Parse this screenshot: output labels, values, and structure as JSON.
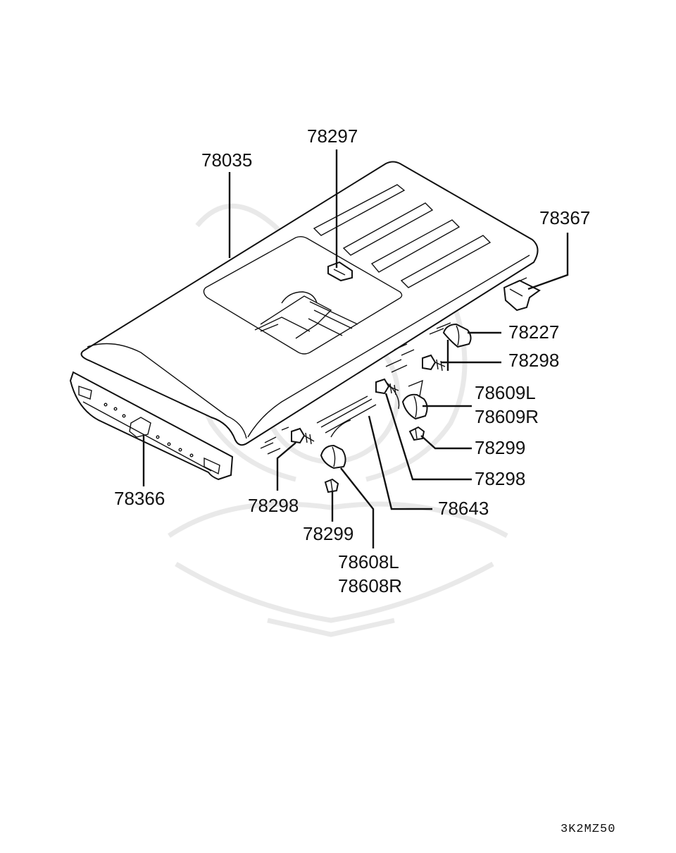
{
  "diagram": {
    "code": "3K2MZ50",
    "parts": [
      {
        "id": "roof",
        "number": "78035"
      },
      {
        "id": "roof-clip",
        "number": "78297"
      },
      {
        "id": "rear-rail",
        "number": "78367"
      },
      {
        "id": "holder",
        "number": "78227"
      },
      {
        "id": "bolt-right",
        "number": "78298"
      },
      {
        "id": "bracket-9l",
        "number": "78609L"
      },
      {
        "id": "bracket-9r",
        "number": "78609R"
      },
      {
        "id": "nut-right",
        "number": "78299"
      },
      {
        "id": "bolt-center",
        "number": "78298"
      },
      {
        "id": "rail-strip",
        "number": "78643"
      },
      {
        "id": "front-trim",
        "number": "78366"
      },
      {
        "id": "bolt-left",
        "number": "78298"
      },
      {
        "id": "nut-left",
        "number": "78299"
      },
      {
        "id": "bracket-8l",
        "number": "78608L"
      },
      {
        "id": "bracket-8r",
        "number": "78608R"
      }
    ]
  },
  "colors": {
    "ink": "#111111",
    "watermark": "#e9e9e9",
    "background": "#ffffff"
  }
}
